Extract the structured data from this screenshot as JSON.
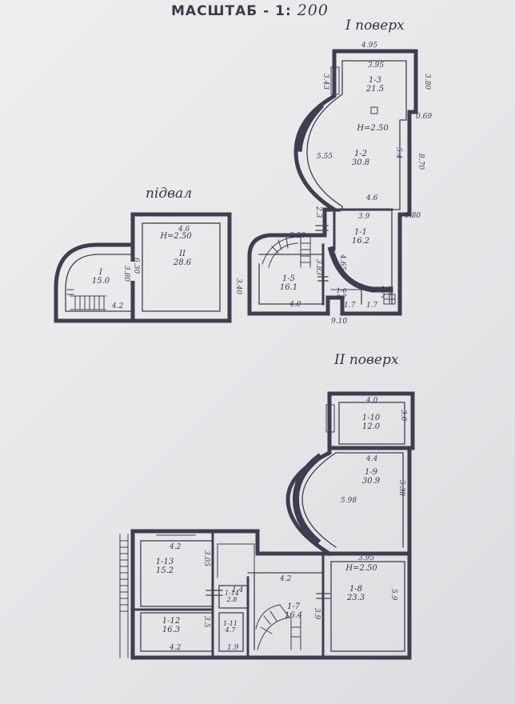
{
  "header": {
    "title_prefix": "МАСШТАБ - 1:",
    "scale_value": "200"
  },
  "sections": {
    "basement": "підвал",
    "floor1": "I поверх",
    "floor2": "II поверх"
  },
  "basement": {
    "rooms": [
      {
        "id": "I",
        "area": "15.0"
      },
      {
        "id": "II",
        "area": "28.6",
        "height": "H=2.50"
      }
    ],
    "dims": {
      "top": "4.6",
      "mid_v": "3.80",
      "mid_v2": "6.30",
      "bottom": "4.2"
    }
  },
  "floor1": {
    "rooms": [
      {
        "id": "1-3",
        "area": "21.5"
      },
      {
        "id": "1-2",
        "area": "30.8",
        "height": "H=2.50"
      },
      {
        "id": "1-1",
        "area": "16.2"
      },
      {
        "id": "1-5",
        "area": "16.1"
      },
      {
        "id": "1-6",
        "area": "2.7"
      },
      {
        "id": "1-4",
        "area": "2.7"
      }
    ],
    "dims": {
      "top_outer": "4.95",
      "top_inner": "3.95",
      "left_top": "3.43",
      "right_top": "3.80",
      "right_mid": "0.69",
      "right_long": "8.70",
      "right_inner": "5.4",
      "arc_width": "5.55",
      "mid_width": "4.6",
      "width_1_1": "3.9",
      "left_1_1": "2.3",
      "bottom_right": "0.80",
      "stair_top": "3.20",
      "v_1_5": "3.83",
      "v_arc": "4.65",
      "left_1_5": "3.40",
      "bottom_1_5": "4.0",
      "bottom_1_6": "1.7",
      "bottom_1_4": "1.7",
      "total_bottom": "9.10"
    }
  },
  "floor2": {
    "rooms": [
      {
        "id": "1-10",
        "area": "12.0"
      },
      {
        "id": "1-9",
        "area": "30.9"
      },
      {
        "id": "1-8",
        "area": "23.3",
        "height": "H=2.50"
      },
      {
        "id": "1-7",
        "area": "16.4"
      },
      {
        "id": "1-13",
        "area": "15.2"
      },
      {
        "id": "1-14",
        "area": "2.8"
      },
      {
        "id": "1-12",
        "area": "16.3"
      },
      {
        "id": "1-11",
        "area": "4.7"
      }
    ],
    "dims": {
      "top_1_10": "4.0",
      "right_1_10": "3.0",
      "width_1_9": "4.4",
      "arc_span": "5.98",
      "right_1_9": "5.38",
      "top_1_8": "3.95",
      "right_1_8": "5.9",
      "top_1_7": "4.2",
      "left_1_7": "3.9",
      "top_1_13": "4.2",
      "right_1_13": "3.05",
      "right_1_12": "3.5",
      "bottom_1_12": "4.2",
      "top_1_14": "1.4",
      "bottom_1_11": "1.9"
    }
  }
}
